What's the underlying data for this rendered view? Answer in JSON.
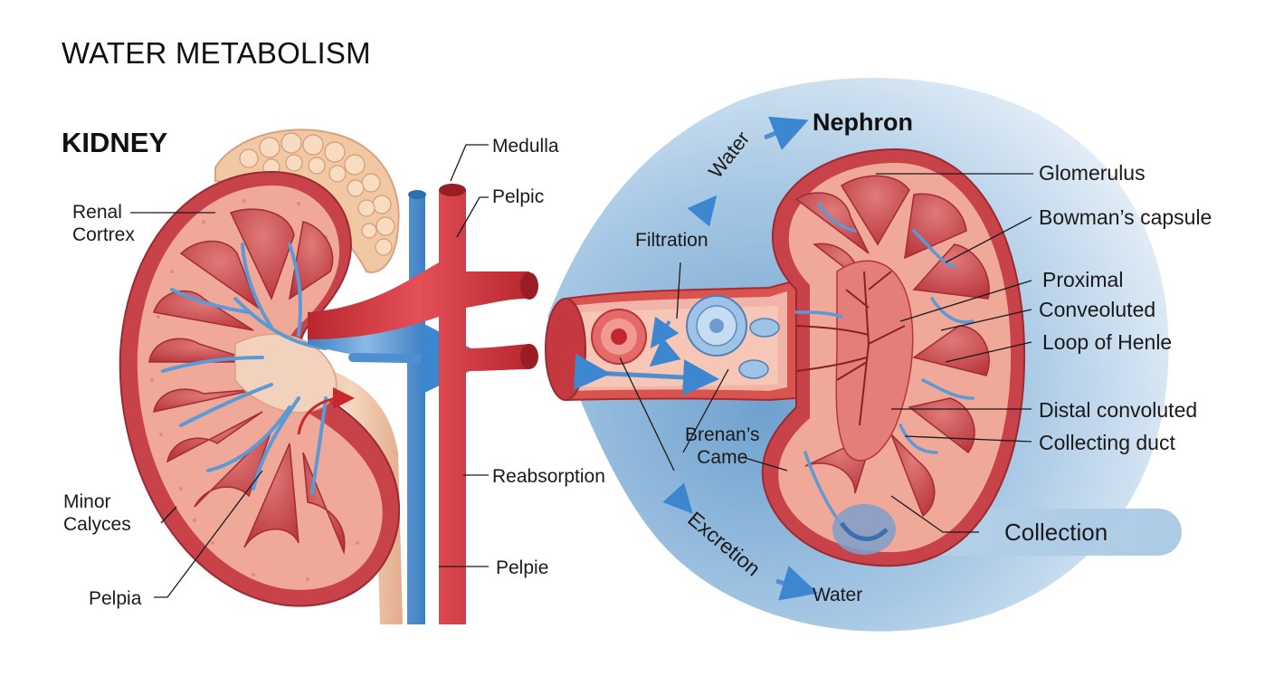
{
  "title": "WATER METABOLISM",
  "kidney": {
    "heading": "KIDNEY",
    "labels": {
      "renal_cortex_line1": "Renal",
      "renal_cortex_line2": "Cortrex",
      "medulla": "Medulla",
      "pelpic": "Pelpic",
      "reabsorption": "Reabsorption",
      "pelpie": "Pelpie",
      "minor_calyces_line1": "Minor",
      "minor_calyces_line2": "Calyces",
      "pelpia": "Pelpia"
    }
  },
  "nephron": {
    "heading": "Nephron",
    "flow": {
      "water_top": "Water",
      "filtration": "Filtration",
      "brenans_line1": "Brenan’s",
      "brenans_line2": "Came",
      "excretion": "Excretion",
      "water_bottom": "Water"
    },
    "labels": {
      "glomerulus": "Glomerulus",
      "bowmans_capsule": "Bowman’s capsule",
      "proximal": "Proximal",
      "conveoluted": "Conveoluted",
      "loop_of_henle": "Loop of Henle",
      "distal_convoluted": "Distal convoluted",
      "collecting_duct": "Collecting duct",
      "collection": "Collection"
    }
  },
  "colors": {
    "tissue_red": "#c8424a",
    "tissue_pink": "#f0a898",
    "medulla_red": "#b8343c",
    "vein_blue": "#4f8fd0",
    "artery_red": "#d9323a",
    "bubble_blue": "#8fb8dc",
    "fat": "#f1c8a4"
  }
}
